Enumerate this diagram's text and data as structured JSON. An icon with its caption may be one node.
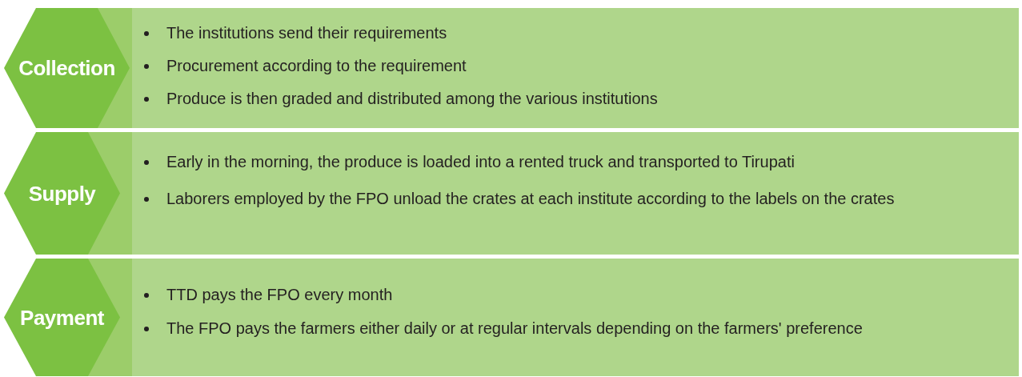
{
  "diagram": {
    "nodes": [
      {
        "text": [
          "The institutions send their requirements",
          "Procurement according to the requirement",
          "Produce is then graded and distributed among the various institutions"
        ]
      },
      {
        "text": [
          "Collection"
        ]
      },
      {
        "text": [
          "Early in the morning, the produce is loaded into a rented truck and transported to Tirupati",
          "Laborers employed by the FPO unload the crates at each institute according to the labels on the crates"
        ]
      },
      {
        "text": [
          "Supply"
        ]
      },
      {
        "text": [
          "TTD pays the FPO every month",
          "The FPO pays the farmers either daily or at regular intervals depending on the farmers' preference"
        ]
      },
      {
        "text": [
          "Payment"
        ]
      }
    ]
  }
}
